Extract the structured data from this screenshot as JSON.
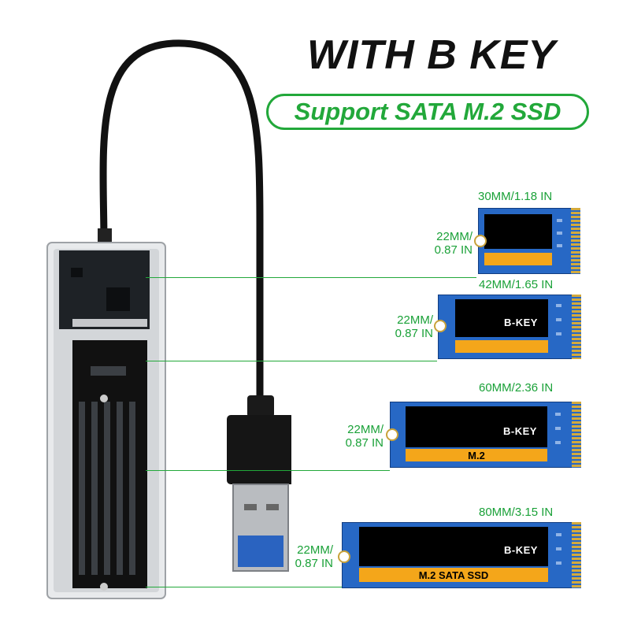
{
  "header": {
    "title": "WITH B KEY",
    "subtitle": "Support SATA M.2 SSD"
  },
  "colors": {
    "accent_green": "#22a83a",
    "ssd_blue": "#2768c5",
    "label_gold": "#f4a61a"
  },
  "ssds": [
    {
      "length_label": "30MM/1.18 IN",
      "width_label": "22MM/\n0.87 IN",
      "key_label": "",
      "band_label": ""
    },
    {
      "length_label": "42MM/1.65 IN",
      "width_label": "22MM/\n0.87 IN",
      "key_label": "B-KEY",
      "band_label": ""
    },
    {
      "length_label": "60MM/2.36 IN",
      "width_label": "22MM/\n0.87 IN",
      "key_label": "B-KEY",
      "band_label": "M.2"
    },
    {
      "length_label": "80MM/3.15 IN",
      "width_label": "22MM/\n0.87 IN",
      "key_label": "B-KEY",
      "band_label": "M.2 SATA SSD"
    }
  ]
}
